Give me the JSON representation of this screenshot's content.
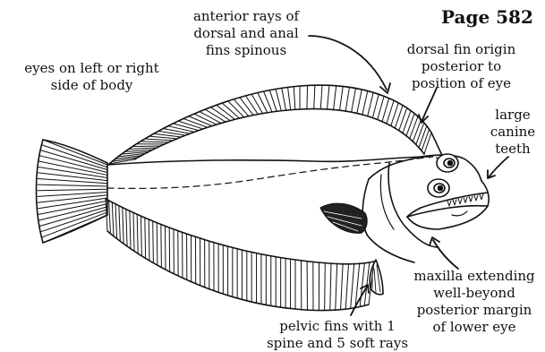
{
  "page_number": "Page 582",
  "labels": {
    "eyes_side": [
      "eyes on left or right",
      "side of body"
    ],
    "anterior_rays": [
      "anterior rays of",
      "dorsal and anal",
      "fins spinous"
    ],
    "dorsal_origin": [
      "dorsal fin origin",
      "posterior to",
      "position of eye"
    ],
    "canine_teeth": [
      "large",
      "canine",
      "teeth"
    ],
    "maxilla": [
      "maxilla extending",
      "well-beyond",
      "posterior margin",
      "of lower eye"
    ],
    "pelvic_fins": [
      "pelvic fins with 1",
      "spine and 5 soft rays"
    ]
  },
  "colors": {
    "ink": "#111111",
    "background": "#ffffff"
  }
}
